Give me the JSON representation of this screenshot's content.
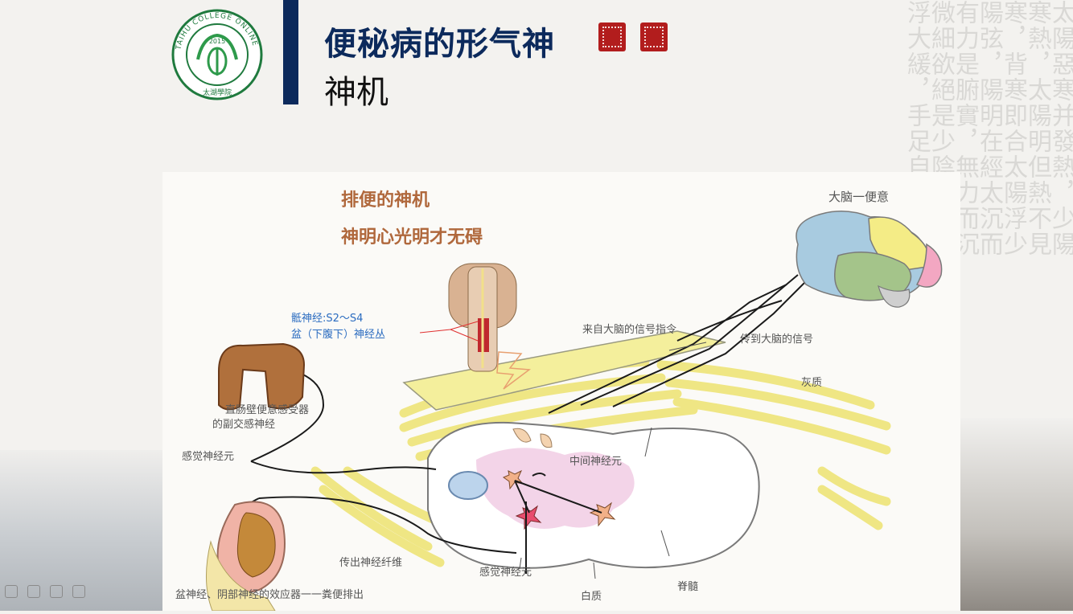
{
  "background_text": "太陽惡寒并發熱，少陽寒熱，太陽明但熱不見寒，背寒即合太陽浮少陽弦，陽明在經太沉而有力是腑實，無力而沉微細欲絕是少陰，太陰浮大緩，手足自溫",
  "logo": {
    "ring_text": "TAIHU COLLEGE ONLINE",
    "year": "2015",
    "name_cn": "太湖學院"
  },
  "title": {
    "main": "便秘病的形气神",
    "sub": "神机"
  },
  "diagram": {
    "heading_1": "排便的神机",
    "heading_2": "神明心光明才无碍",
    "brain_label": "大脑一便意",
    "sacral_nerve": "骶神经:S2～S4",
    "pelvic_plexus": "盆（下腹下）神经丛",
    "signal_from_brain": "来自大脑的信号指令",
    "signal_to_brain": "传到大脑的信号",
    "gray_matter": "灰质",
    "receptor_line1": "直肠壁便意感受器",
    "receptor_line2": "的副交感神经",
    "sensory_neuron_left": "感觉神经元",
    "interneuron": "中间神经元",
    "efferent_fiber": "传出神经纤维",
    "sensory_neuron_bottom": "感觉神经元",
    "white_matter": "白质",
    "spinal_cord": "脊髓",
    "effector": "盆神经、阴部神经的效应器一一粪便排出"
  },
  "colors": {
    "title": "#0c2a5c",
    "heading": "#b0683c",
    "blue_label": "#2b6cc0",
    "label": "#5a5a5a",
    "nerve_yellow": "#f3ec8c"
  }
}
